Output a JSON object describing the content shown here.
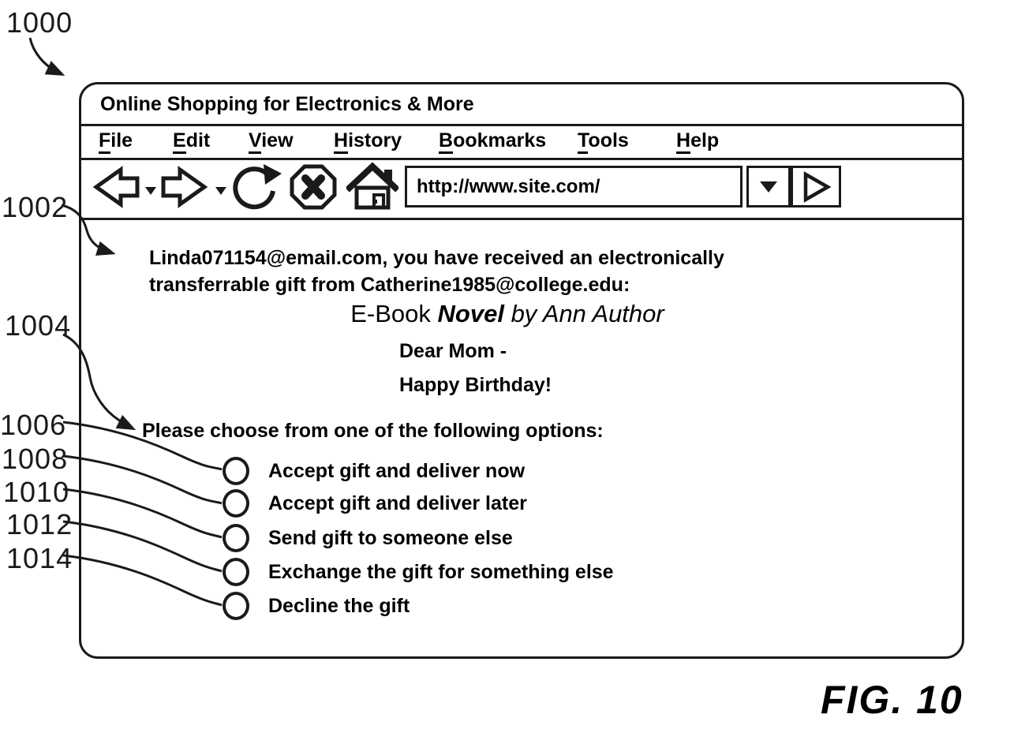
{
  "figure": {
    "caption": "FIG. 10",
    "colors": {
      "ink": "#1a1a1a",
      "background": "#ffffff"
    },
    "refs": {
      "r1000": "1000",
      "r1002": "1002",
      "r1004": "1004",
      "r1006": "1006",
      "r1008": "1008",
      "r1010": "1010",
      "r1012": "1012",
      "r1014": "1014"
    }
  },
  "browser": {
    "title": "Online Shopping for Electronics & More",
    "menu": {
      "items": [
        {
          "key": "F",
          "rest": "ile"
        },
        {
          "key": "E",
          "rest": "dit"
        },
        {
          "key": "V",
          "rest": "iew"
        },
        {
          "key": "H",
          "rest": "istory"
        },
        {
          "key": "B",
          "rest": "ookmarks"
        },
        {
          "key": "T",
          "rest": "ools"
        },
        {
          "key": "H",
          "rest": "elp"
        }
      ]
    },
    "toolbar": {
      "url": "http://www.site.com/",
      "icons": [
        "back-icon",
        "forward-icon",
        "refresh-icon",
        "stop-icon",
        "home-icon",
        "caret-down-icon",
        "go-icon"
      ]
    },
    "page": {
      "greeting_line1": "Linda071154@email.com, you have received an electronically",
      "greeting_line2": "transferrable gift from Catherine1985@college.edu:",
      "product": {
        "prefix": "E-Book ",
        "name": "Novel",
        "suffix": " by Ann Author"
      },
      "note_line1": "Dear Mom -",
      "note_line2": "Happy Birthday!",
      "prompt": "Please choose from one of the following options:",
      "options": [
        "Accept gift and deliver now",
        "Accept gift and deliver later",
        "Send gift to someone else",
        "Exchange the gift for something else",
        "Decline the gift"
      ]
    }
  }
}
